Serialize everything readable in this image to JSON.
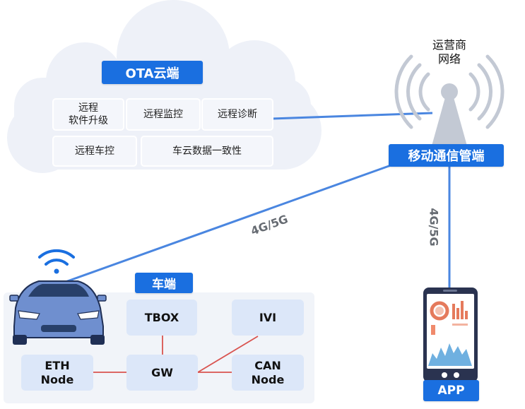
{
  "cloud": {
    "title": "OTA云端",
    "boxes": [
      "远程\n软件升级",
      "远程监控",
      "远程诊断",
      "远程车控",
      "车云数据一致性"
    ]
  },
  "tower": {
    "label_line1": "运营商",
    "label_line2": "网络",
    "pipe_label": "移动通信管端"
  },
  "links": {
    "car_to_pipe": "4G/5G",
    "app_to_pipe": "4G/5G"
  },
  "vehicle": {
    "title": "车端",
    "nodes": {
      "tbox": "TBOX",
      "ivi": "IVI",
      "eth": "ETH\nNode",
      "gw": "GW",
      "can": "CAN\nNode"
    }
  },
  "app": {
    "label": "APP"
  },
  "colors": {
    "accent": "#1a6fe0",
    "link_line": "#4a86e0",
    "bus_line": "#d9534f",
    "node_fill": "#dce7f9",
    "cloud_fill": "#eef1f8",
    "tower": "#c3c9d4"
  }
}
